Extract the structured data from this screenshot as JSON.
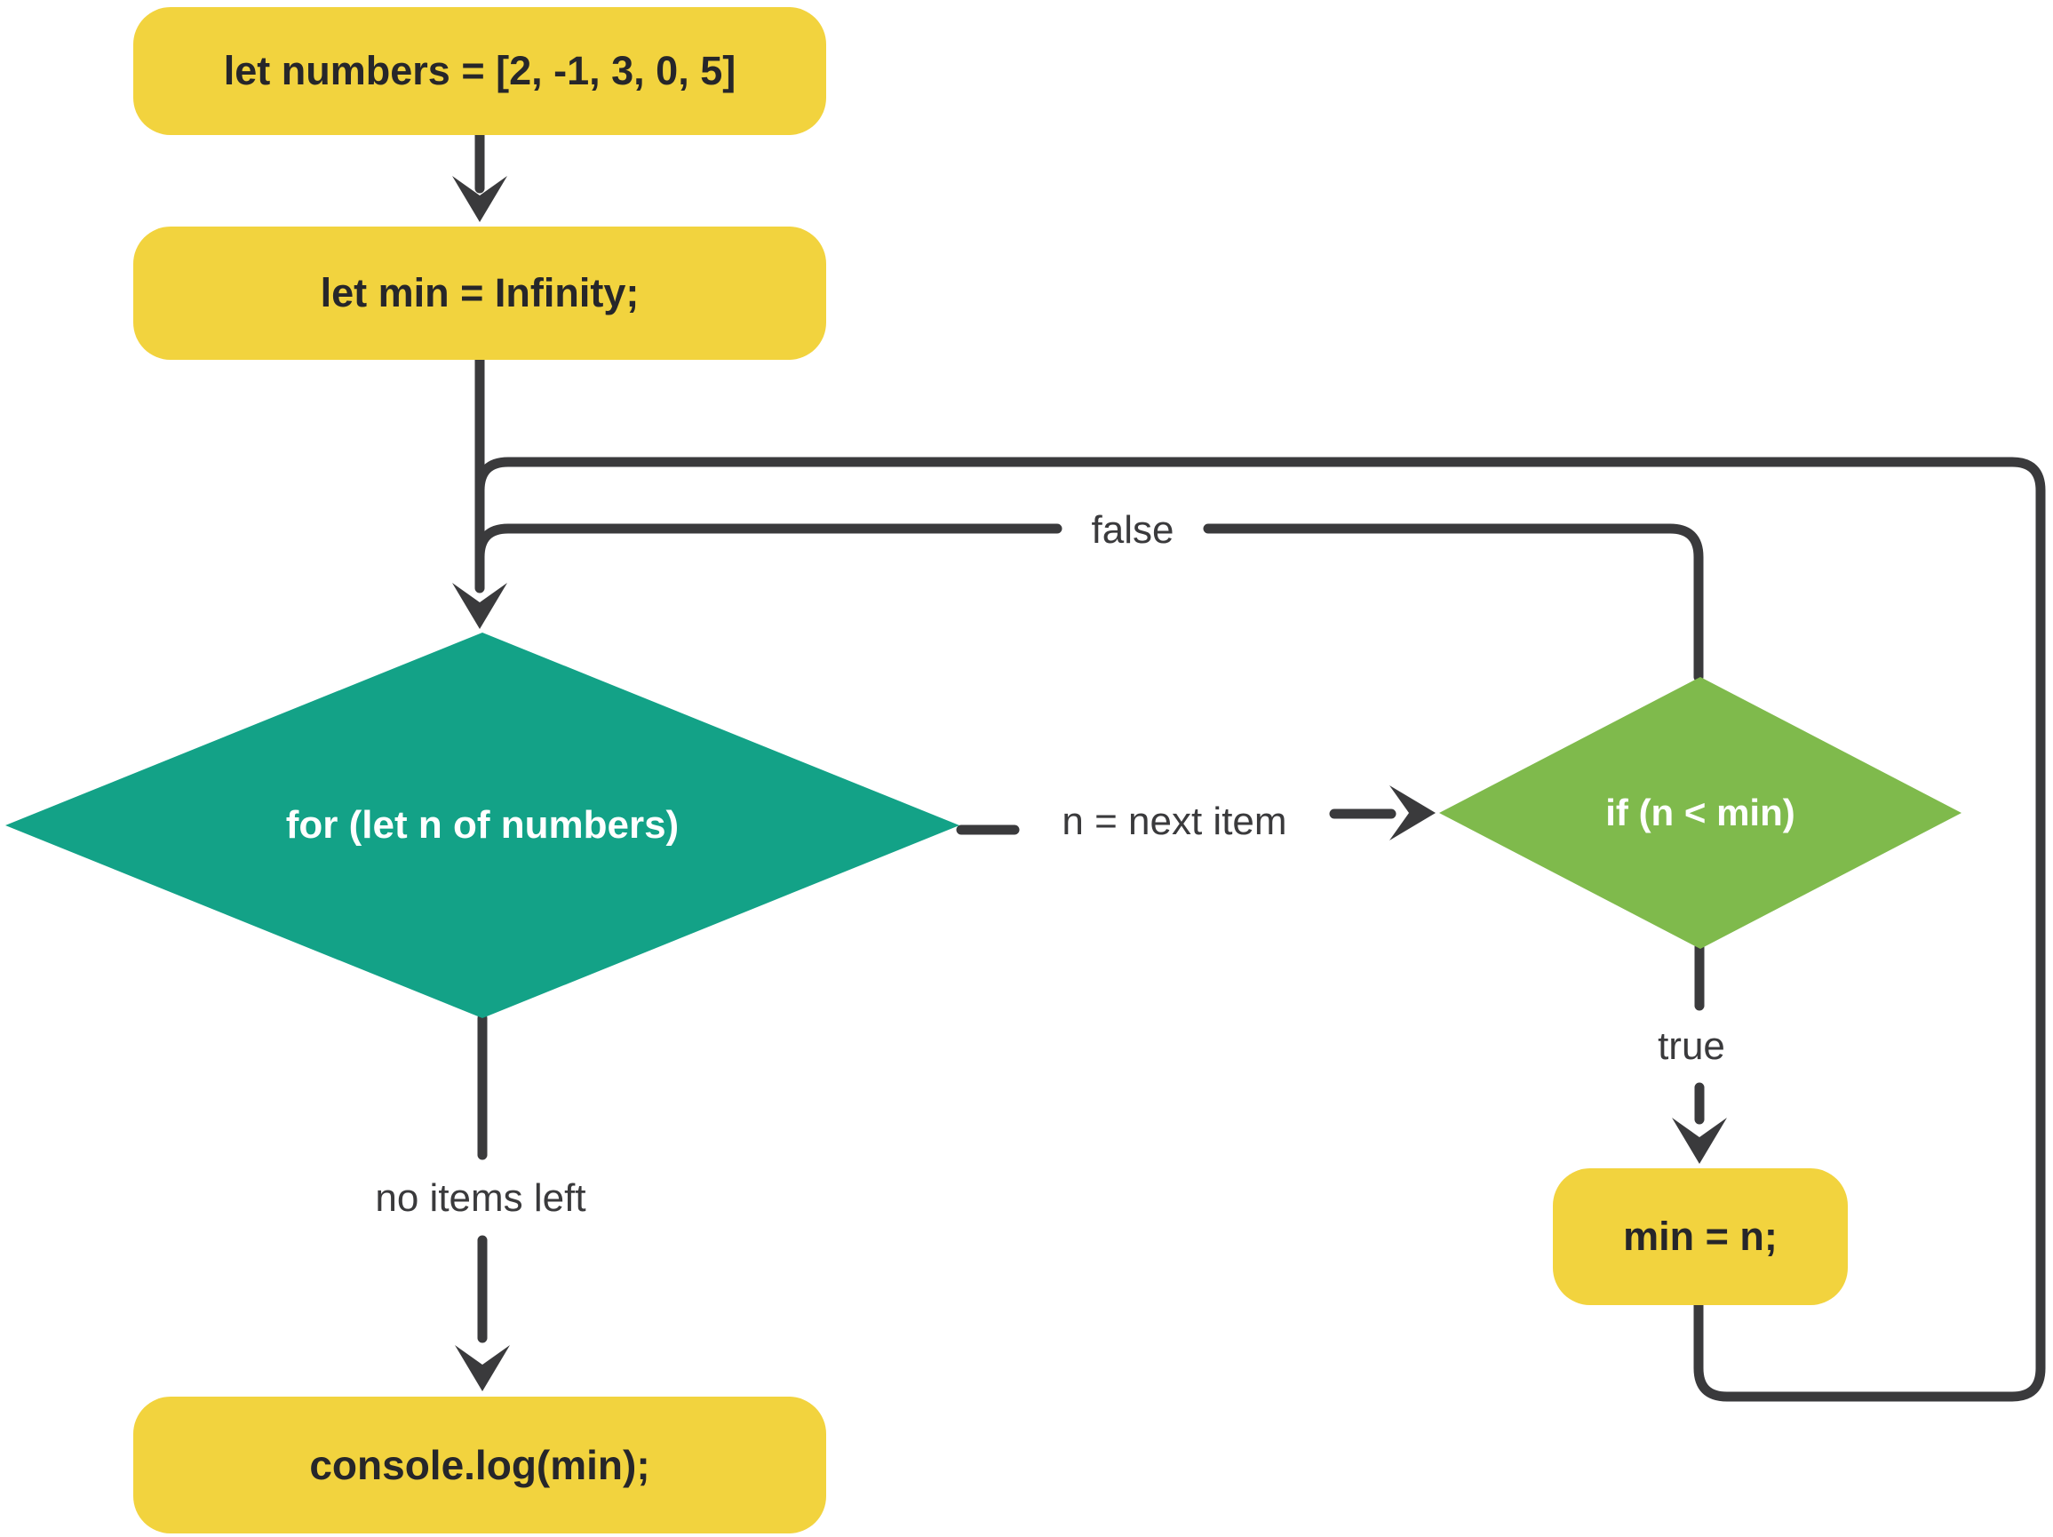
{
  "diagram": {
    "nodes": {
      "init_numbers": {
        "label": "let numbers = [2, -1, 3, 0, 5]",
        "shape": "rounded-rect",
        "fill": "#f2d33e"
      },
      "init_min": {
        "label": "let min = Infinity;",
        "shape": "rounded-rect",
        "fill": "#f2d33e"
      },
      "for_loop": {
        "label": "for (let n of numbers)",
        "shape": "diamond",
        "fill": "#13a287"
      },
      "if_check": {
        "label": "if (n < min)",
        "shape": "diamond",
        "fill": "#7fba4c"
      },
      "assign_min": {
        "label": "min = n;",
        "shape": "rounded-rect",
        "fill": "#f2d33e"
      },
      "print_min": {
        "label": "console.log(min);",
        "shape": "rounded-rect",
        "fill": "#f2d33e"
      }
    },
    "edge_labels": {
      "false_branch": "false",
      "true_branch": "true",
      "next_item": "n = next item",
      "no_items_left": "no items left"
    },
    "colors": {
      "node_yellow": "#f2d33e",
      "diamond_teal": "#13a287",
      "diamond_green": "#7fba4c",
      "line": "#3a3a3c",
      "text_dark": "#26262a",
      "text_light": "#ffffff",
      "background": "#ffffff"
    }
  }
}
